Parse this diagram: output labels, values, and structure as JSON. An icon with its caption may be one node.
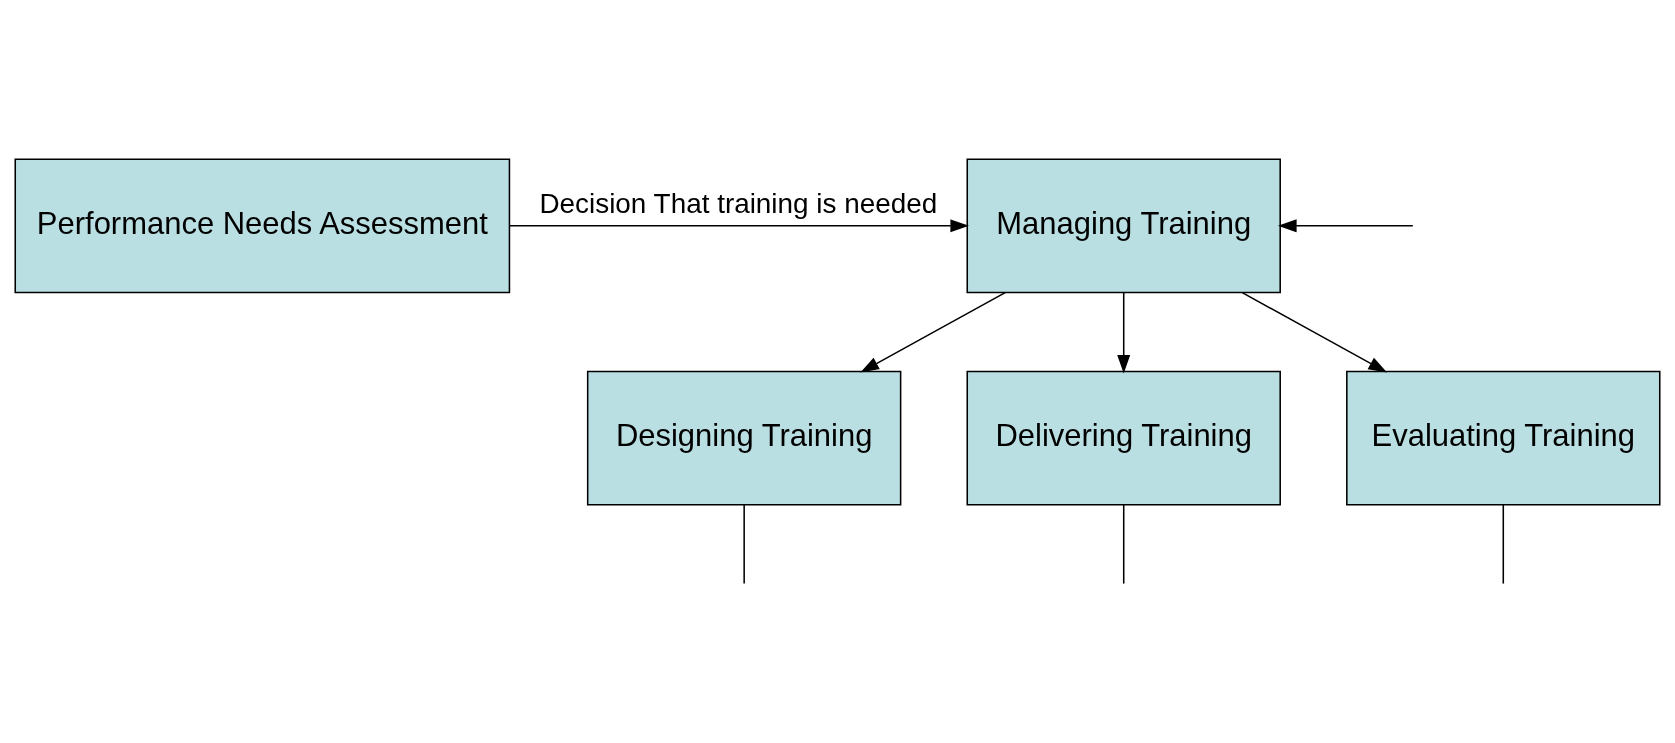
{
  "diagram": {
    "nodes": [
      {
        "text": [
          "Performance Needs Assessment"
        ]
      },
      {
        "text": [
          "Managing Training"
        ]
      },
      {
        "text": [
          "Designing Training"
        ]
      },
      {
        "text": [
          "Delivering Training"
        ]
      },
      {
        "text": [
          "Evaluating Training"
        ]
      }
    ],
    "edges": [
      {
        "from": 0,
        "to": 1,
        "arrow": "to",
        "label": "Decision That training is needed"
      },
      {
        "from": null,
        "to": 1,
        "arrow": "to"
      },
      {
        "from": 1,
        "to": 2,
        "arrow": "to"
      },
      {
        "from": 1,
        "to": 3,
        "arrow": "to"
      },
      {
        "from": 1,
        "to": 4,
        "arrow": "to"
      },
      {
        "from": 2,
        "to": null,
        "arrow": "none"
      },
      {
        "from": 3,
        "to": null,
        "arrow": "none"
      },
      {
        "from": 4,
        "to": null,
        "arrow": "none"
      }
    ]
  }
}
